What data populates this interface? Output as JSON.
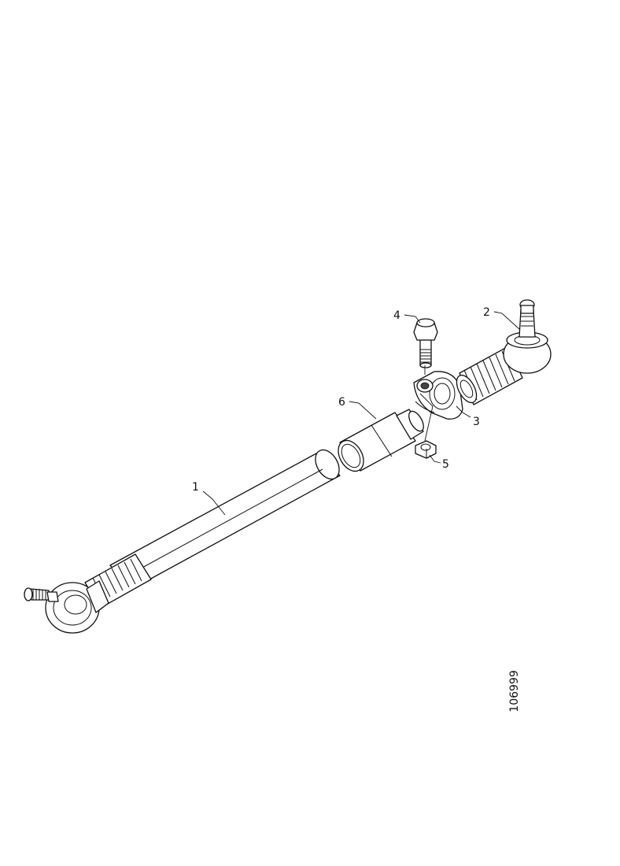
{
  "callouts": {
    "part_1": "1",
    "part_2": "2",
    "part_3": "3",
    "part_4": "4",
    "part_5": "5",
    "part_6": "6"
  },
  "drawing_number": "106999"
}
